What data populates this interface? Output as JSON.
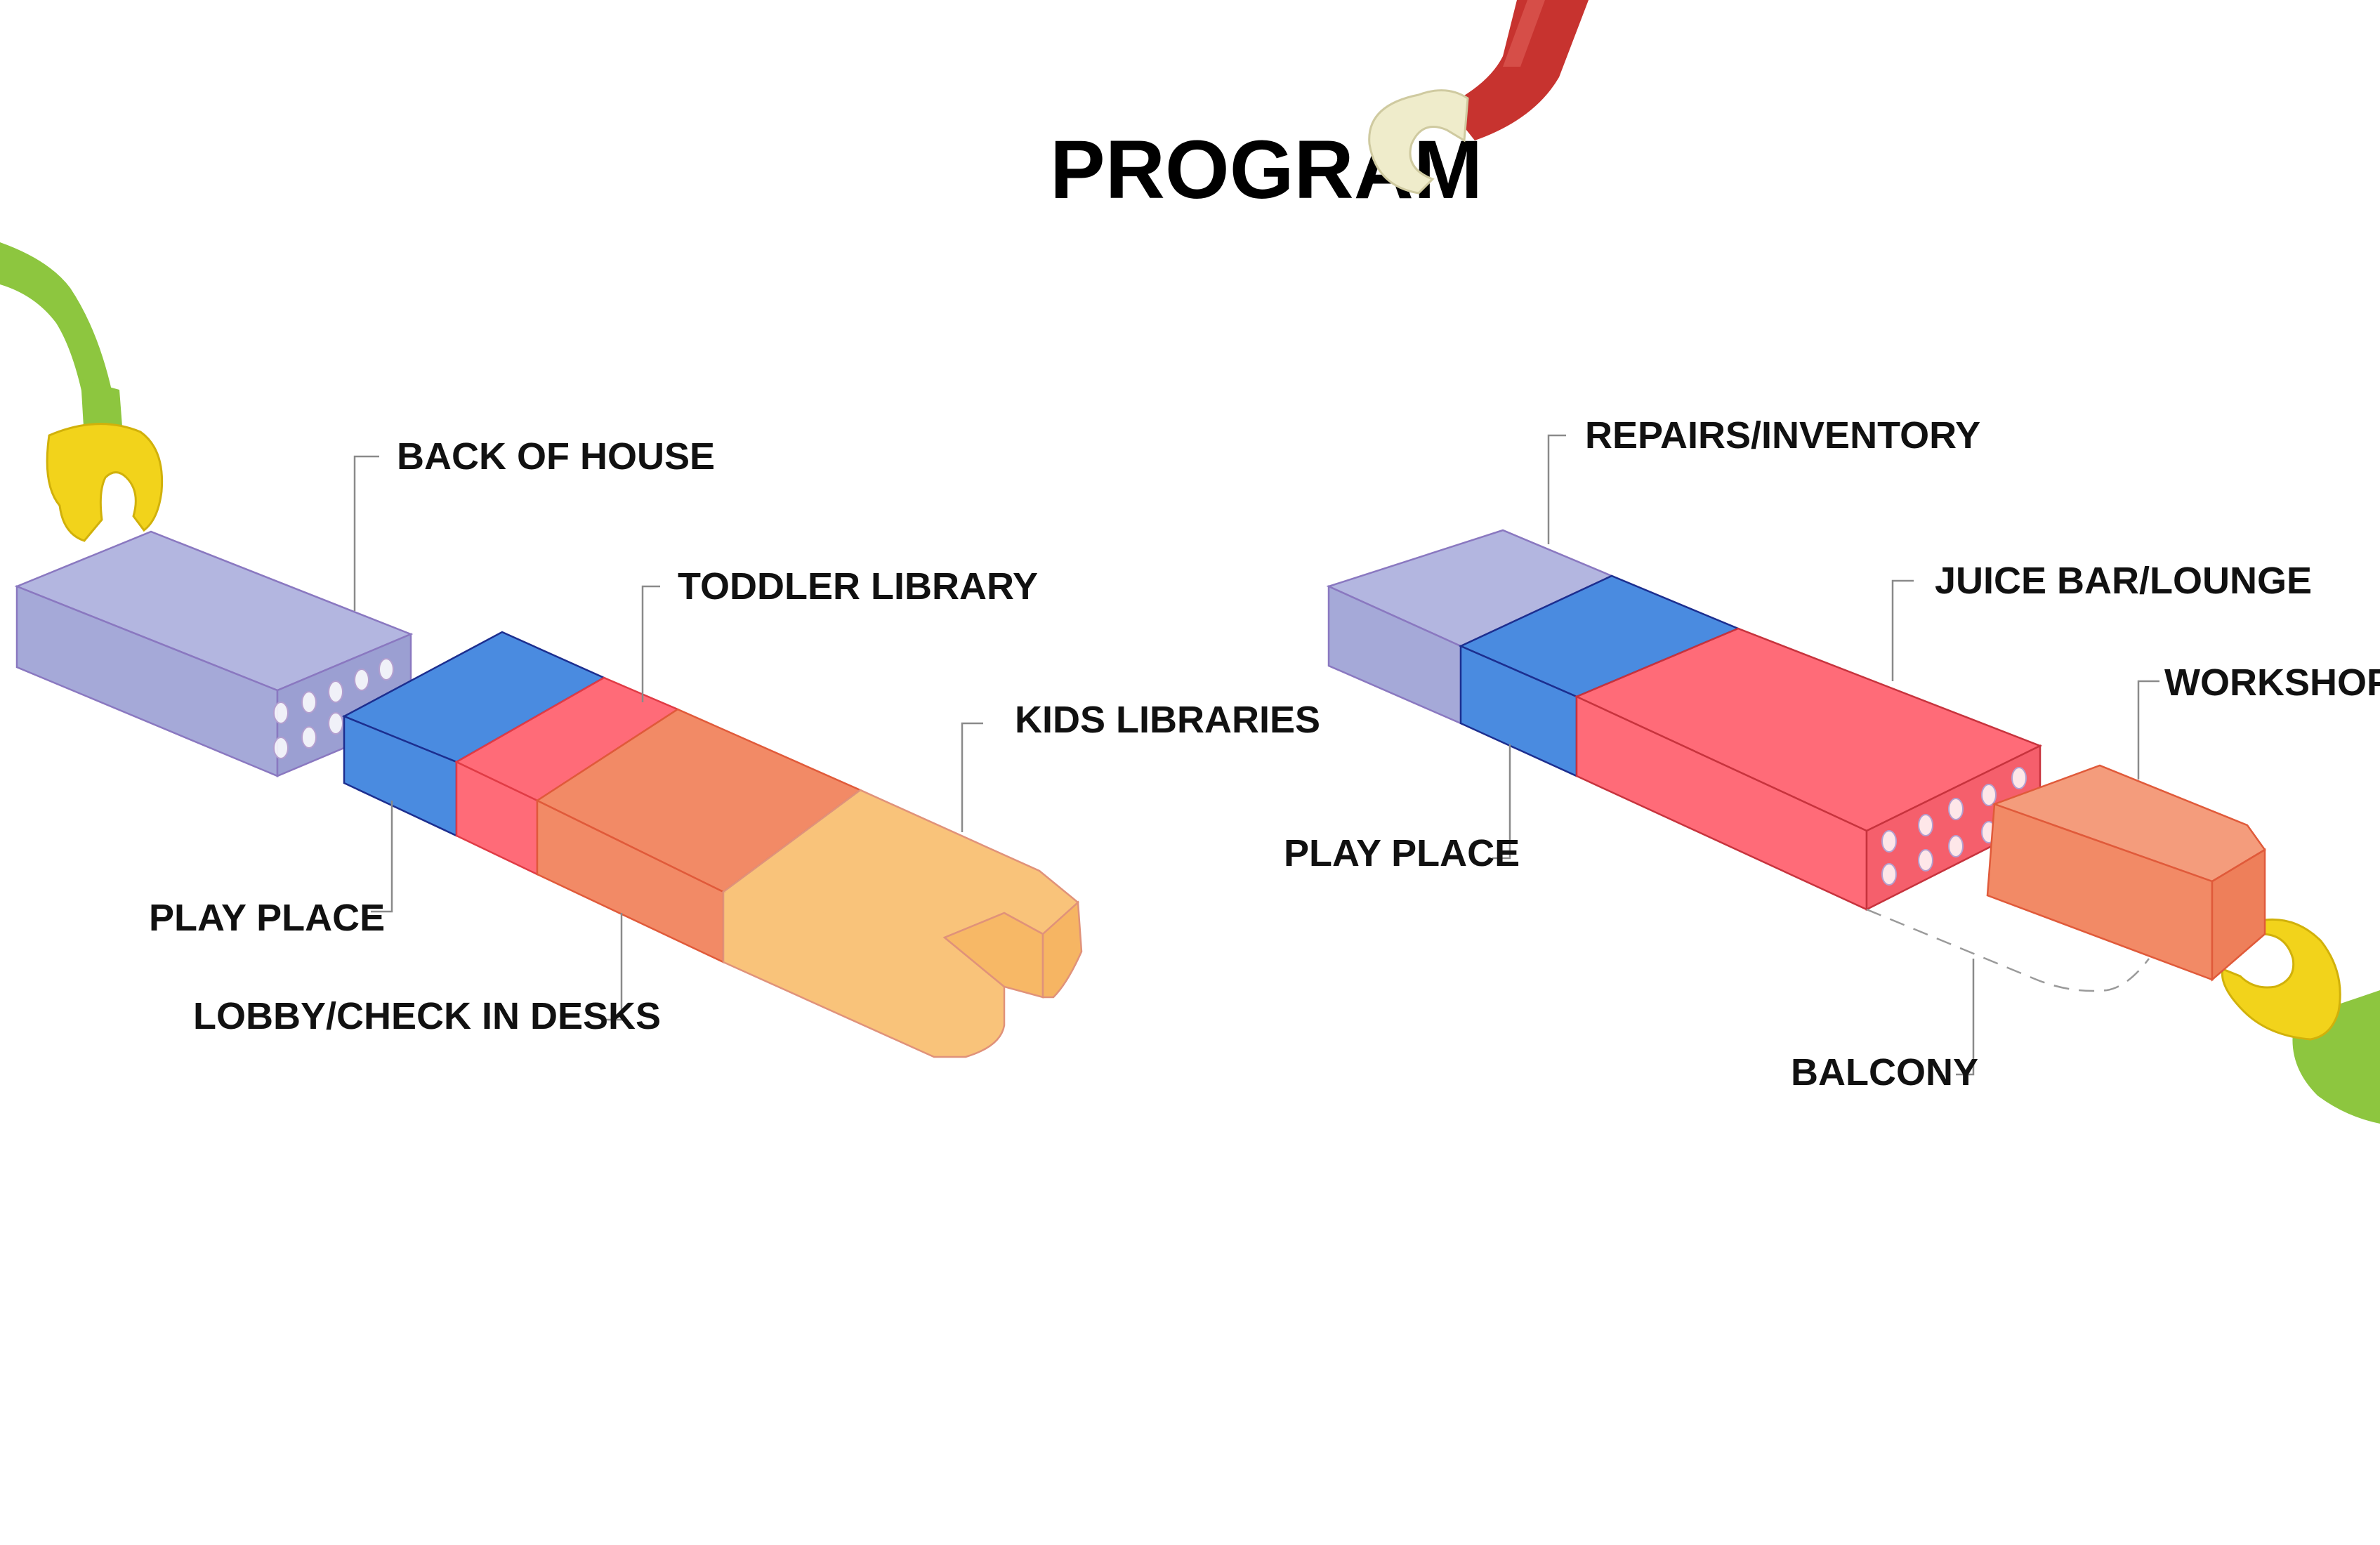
{
  "title": "PROGRAM",
  "colors": {
    "back_of_house": "#a5a9d8",
    "play_place": "#4a8be0",
    "toddler_library": "#ff6b78",
    "lobby": "#f28a66",
    "kids_libraries": "#f9c37a",
    "repairs_inventory": "#a5a9d8",
    "juice_bar": "#ff6b78",
    "workshop": "#f28a66",
    "connector_green": "#8dc63f",
    "connector_yellow": "#f2d31b",
    "connector_red": "#c7332f",
    "connector_ivory": "#efeccb"
  },
  "left_assembly": {
    "labels": {
      "back_of_house": "BACK OF HOUSE",
      "toddler_library": "TODDLER LIBRARY",
      "kids_libraries": "KIDS LIBRARIES",
      "play_place": "PLAY PLACE",
      "lobby": "LOBBY/CHECK IN DESKS"
    }
  },
  "right_assembly": {
    "labels": {
      "repairs_inventory": "REPAIRS/INVENTORY",
      "juice_bar": "JUICE BAR/LOUNGE",
      "workshop": "WORKSHOP",
      "play_place": "PLAY PLACE",
      "balcony": "BALCONY"
    }
  }
}
